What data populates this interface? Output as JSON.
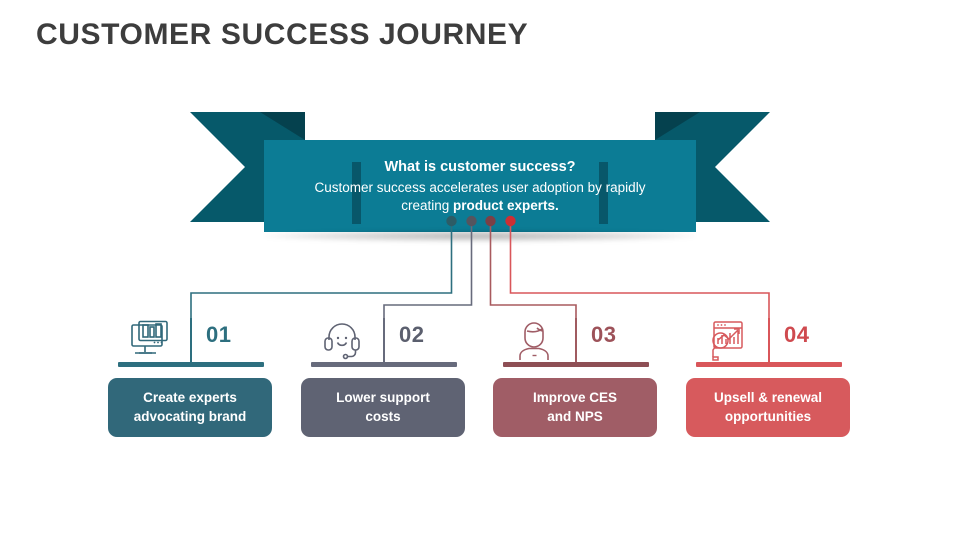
{
  "page": {
    "title": "CUSTOMER SUCCESS JOURNEY",
    "title_color": "#3d3d3d",
    "background": "#ffffff"
  },
  "banner": {
    "heading": "What is customer success?",
    "body_prefix": "Customer success accelerates user adoption by rapidly creating ",
    "body_bold": "product experts.",
    "panel_color": "#0c7c95",
    "tail_color": "#06596a",
    "fold_color": "#05414e",
    "accent_bar_color": "#08576a",
    "text_color": "#ffffff"
  },
  "connectors": [
    {
      "name": "connector-01",
      "color": "#2d6f7f",
      "dot_color": "#2d5c66"
    },
    {
      "name": "connector-02",
      "color": "#676b7c",
      "dot_color": "#55555f"
    },
    {
      "name": "connector-03",
      "color": "#a85a5e",
      "dot_color": "#7b4046"
    },
    {
      "name": "connector-04",
      "color": "#d9565a",
      "dot_color": "#cc2f34"
    }
  ],
  "steps": [
    {
      "number": "01",
      "label_line1": "Create experts",
      "label_line2": "advocating brand",
      "icon": "monitor-dashboard-icon",
      "color": "#2d6f7f",
      "card_color": "#31687a",
      "underline_color": "#2d6f7f",
      "rule_color": "#2d6f7f",
      "number_color": "#2d6f7f"
    },
    {
      "number": "02",
      "label_line1": "Lower support",
      "label_line2": "costs",
      "icon": "headset-support-icon",
      "color": "#676b7c",
      "card_color": "#5f6373",
      "underline_color": "#676b7c",
      "rule_color": "#676b7c",
      "number_color": "#5b5f6e"
    },
    {
      "number": "03",
      "label_line1": "Improve CES",
      "label_line2": "and NPS",
      "icon": "person-avatar-icon",
      "color": "#a05b60",
      "card_color": "#a05d66",
      "underline_color": "#8e4f55",
      "rule_color": "#a05b60",
      "number_color": "#9d5259"
    },
    {
      "number": "04",
      "label_line1": "Upsell & renewal",
      "label_line2": "opportunities",
      "icon": "magnifier-growth-chart-icon",
      "color": "#d9565a",
      "card_color": "#d75a5d",
      "underline_color": "#d9565a",
      "rule_color": "#d9565a",
      "number_color": "#cf4a4f"
    }
  ]
}
